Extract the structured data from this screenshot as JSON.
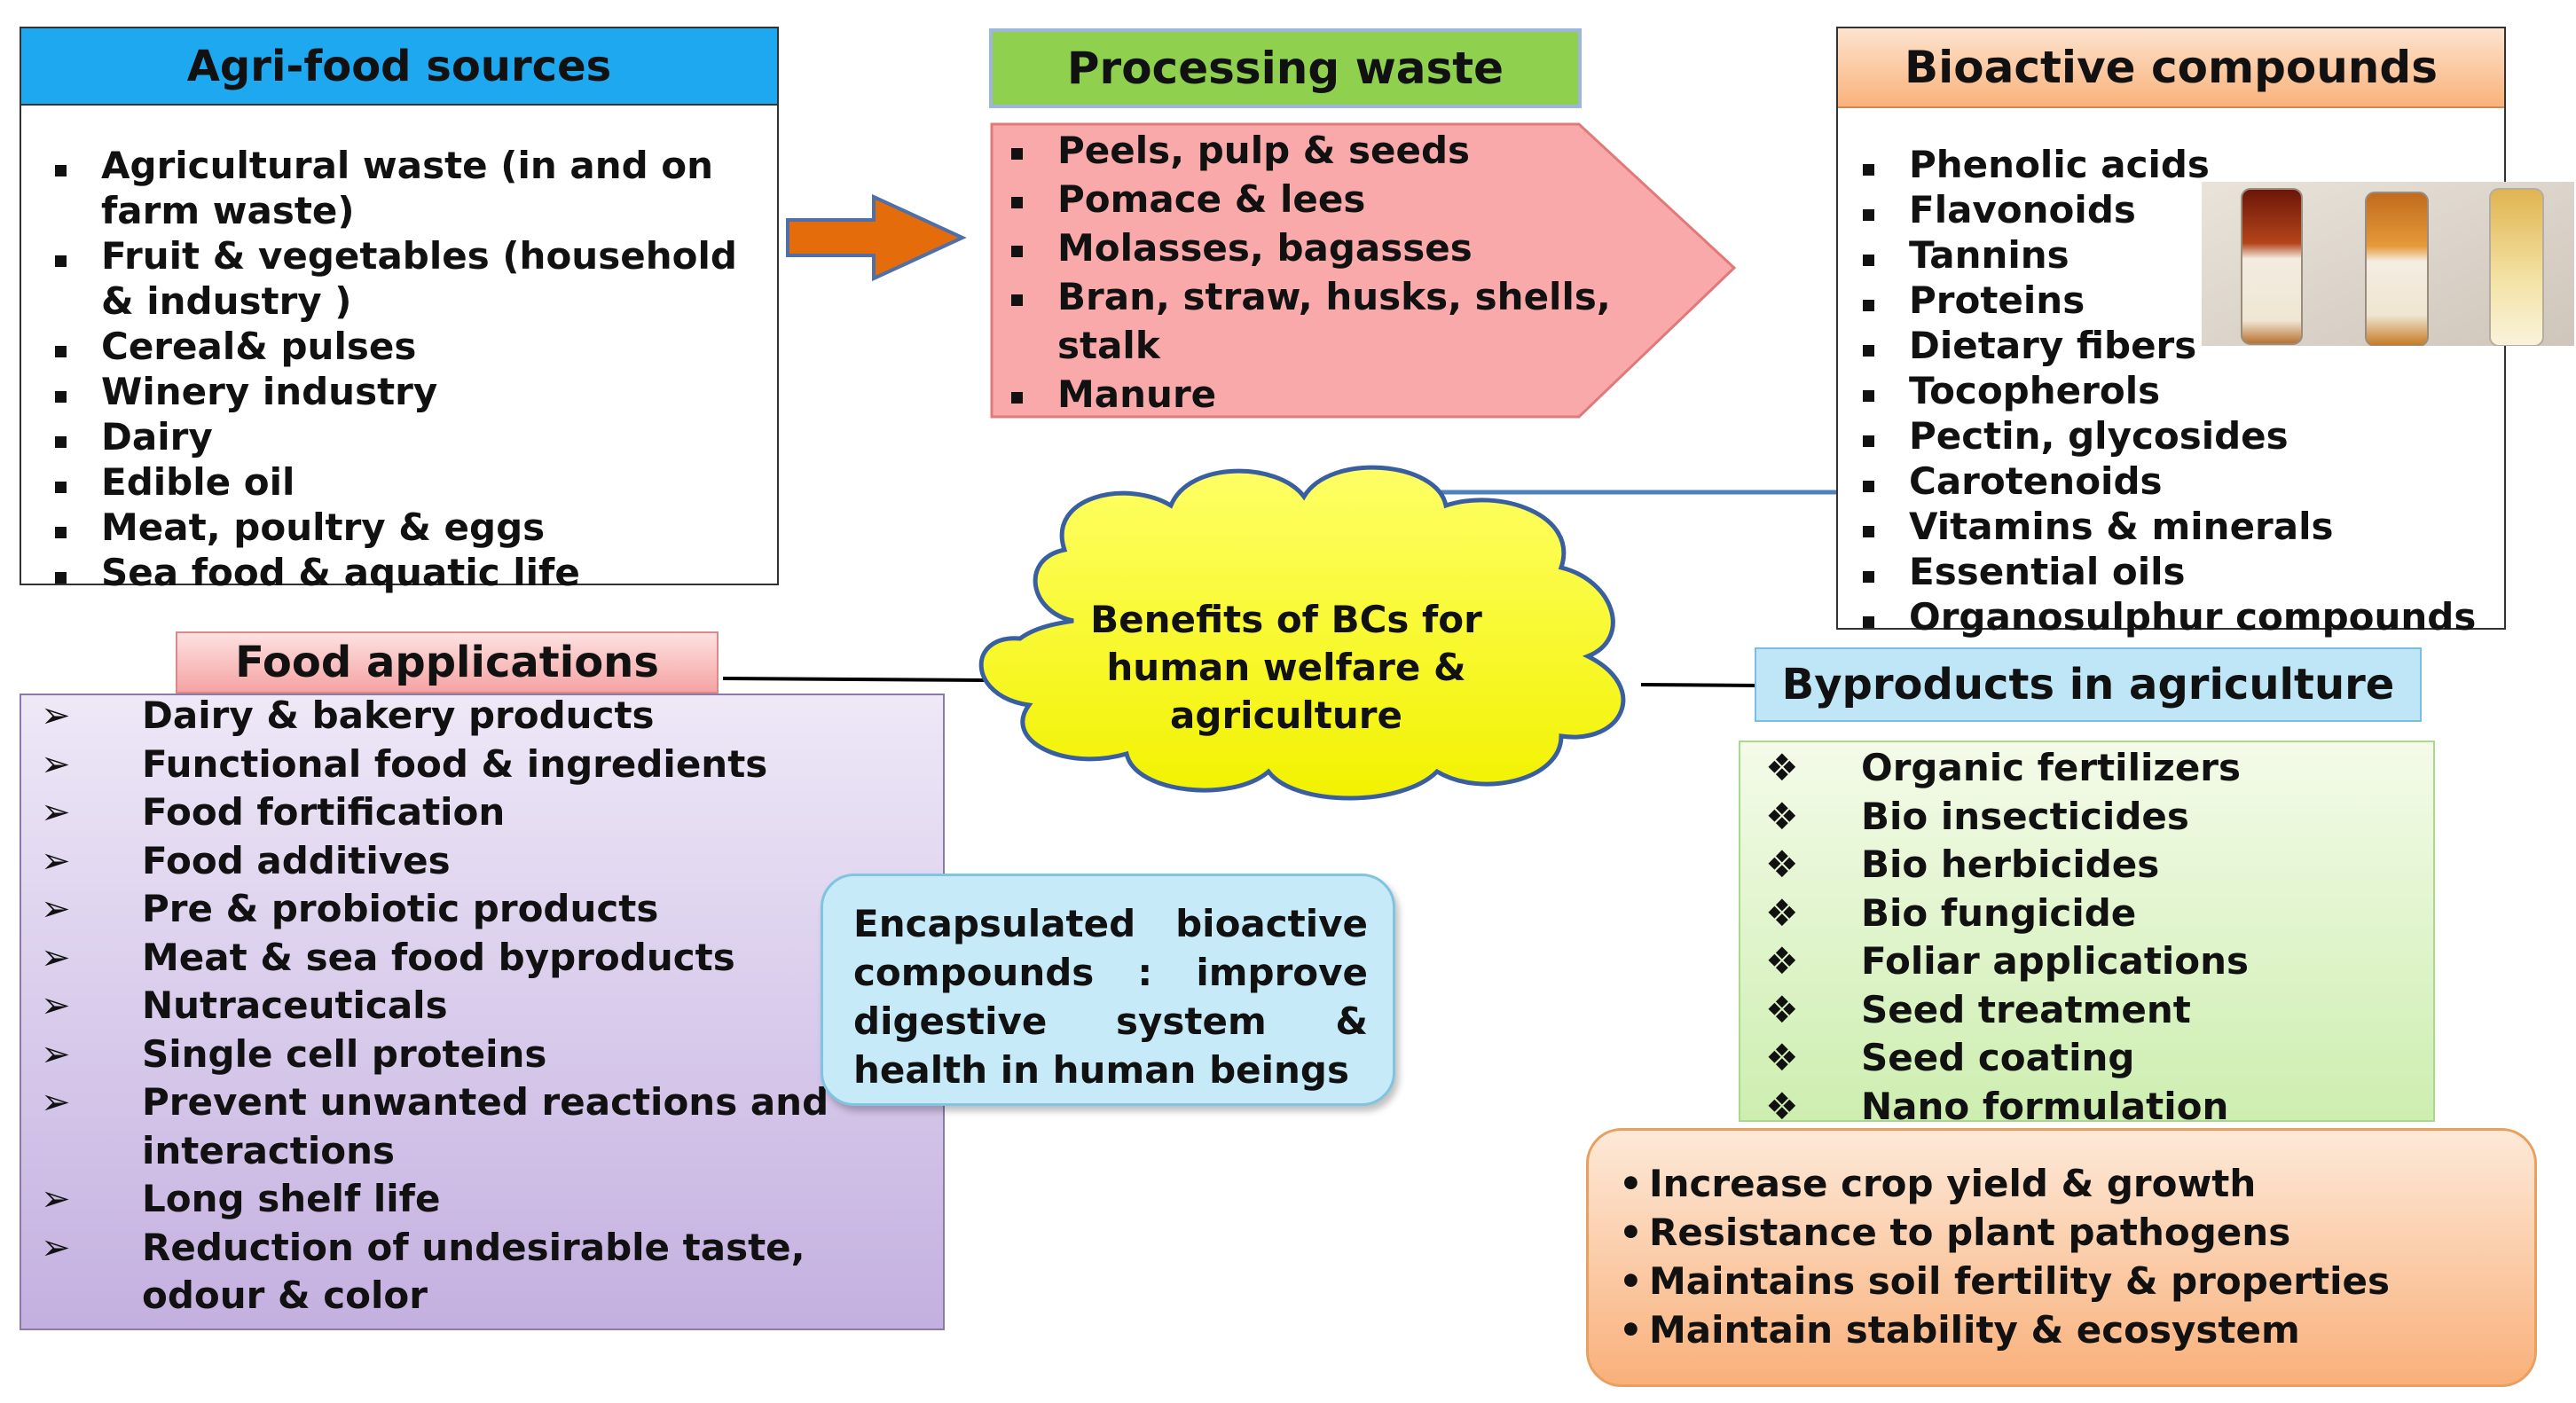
{
  "agri_food": {
    "title": "Agri-food sources",
    "items": [
      "Agricultural waste (in and on farm waste)",
      "Fruit & vegetables (household & industry )",
      "Cereal& pulses",
      "Winery industry",
      "Dairy",
      "Edible oil",
      "Meat, poultry & eggs",
      "Sea food & aquatic life"
    ]
  },
  "processing_waste": {
    "title": "Processing waste",
    "items": [
      "Peels, pulp & seeds",
      "Pomace & lees",
      "Molasses, bagasses",
      "Bran, straw, husks, shells, stalk",
      "Manure"
    ]
  },
  "bioactive": {
    "title": "Bioactive compounds",
    "items": [
      "Phenolic acids",
      "Flavonoids",
      "Tannins",
      "Proteins",
      "Dietary fibers",
      "Tocopherols",
      "Pectin, glycosides",
      "Carotenoids",
      "Vitamins & minerals",
      "Essential oils",
      "Organosulphur compounds"
    ]
  },
  "benefits": {
    "text": "Benefits of BCs for human welfare & agriculture"
  },
  "food_applications": {
    "title": "Food applications",
    "items": [
      "Dairy & bakery products",
      "Functional food & ingredients",
      "Food fortification",
      "Food additives",
      "Pre & probiotic products",
      "Meat & sea food byproducts",
      "Nutraceuticals",
      "Single cell proteins",
      "Prevent unwanted reactions and interactions",
      "Long shelf life",
      "Reduction of undesirable taste, odour & color"
    ]
  },
  "encapsulated": {
    "text": "Encapsulated bioactive compounds : improve digestive system & health in human beings"
  },
  "byproducts": {
    "title": "Byproducts in agriculture",
    "items": [
      "Organic fertilizers",
      "Bio insecticides",
      "Bio herbicides",
      "Bio fungicide",
      "Foliar applications",
      "Seed treatment",
      "Seed coating",
      "Nano formulation"
    ]
  },
  "agri_benefits": {
    "items": [
      "Increase crop yield & growth",
      "Resistance to plant pathogens",
      "Maintains soil fertility & properties",
      "Maintain stability & ecosystem"
    ]
  },
  "colors": {
    "agri_header": "#1ea8f0",
    "processing_header": "#8fd14f",
    "bioactive_header": "#fbc49a",
    "food_header": "#f9a6a6",
    "byproducts_header": "#bfe6f6",
    "cloud": "#ffff33",
    "arrow": "#e46c0a"
  }
}
